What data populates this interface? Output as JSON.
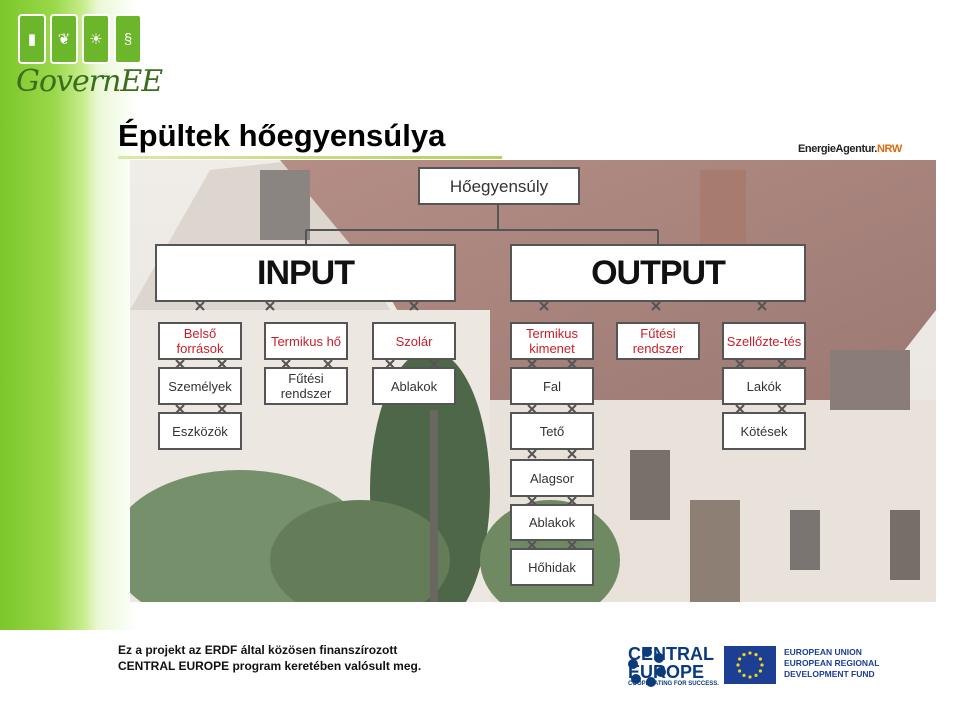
{
  "brand": {
    "logo_icons": [
      "building-icon",
      "leaf-icon",
      "sun-icon",
      "paragraph-icon"
    ],
    "logo_glyphs": [
      "▮",
      "❦",
      "☀",
      "§"
    ],
    "logo_text": "GovernEE"
  },
  "title": "Épültek hőegyensúlya",
  "source": {
    "prefix": "EnergieAgentur.",
    "suffix": "NRW"
  },
  "diagram": {
    "root": "Hőegyensúly",
    "input": "INPUT",
    "output": "OUTPUT",
    "nodes": {
      "belso_forrasok": "Belső források",
      "termikus_ho": "Termikus hő",
      "szolar": "Szolár",
      "termikus_kimenet": "Termikus kimenet",
      "futesi_rendszer_out": "Fűtési rendszer",
      "szellozetes": "Szellőzte-tés",
      "szemelyek": "Személyek",
      "futesi_rendszer_in": "Fűtési rendszer",
      "ablakok_in": "Ablakok",
      "fal": "Fal",
      "lakok": "Lakók",
      "eszkozok": "Eszközök",
      "teto": "Tető",
      "kotesek": "Kötések",
      "alagsor": "Alagsor",
      "ablakok_out": "Ablakok",
      "hohidak": "Hőhidak"
    }
  },
  "footer": {
    "line1": "Ez a projekt az ERDF által közösen finanszírozott",
    "line2": "CENTRAL EUROPE  program keretében valósult meg."
  },
  "partners": {
    "ce_line1": "CENTRAL",
    "ce_line2": "EUROPE",
    "ce_tagline": "COOPERATING FOR SUCCESS.",
    "eu_line1": "EUROPEAN UNION",
    "eu_line2": "EUROPEAN REGIONAL",
    "eu_line3": "DEVELOPMENT FUND"
  },
  "colors": {
    "accent_green": "#7cc62a",
    "red_label": "#c8202a",
    "eu_blue": "#1c3f94"
  }
}
